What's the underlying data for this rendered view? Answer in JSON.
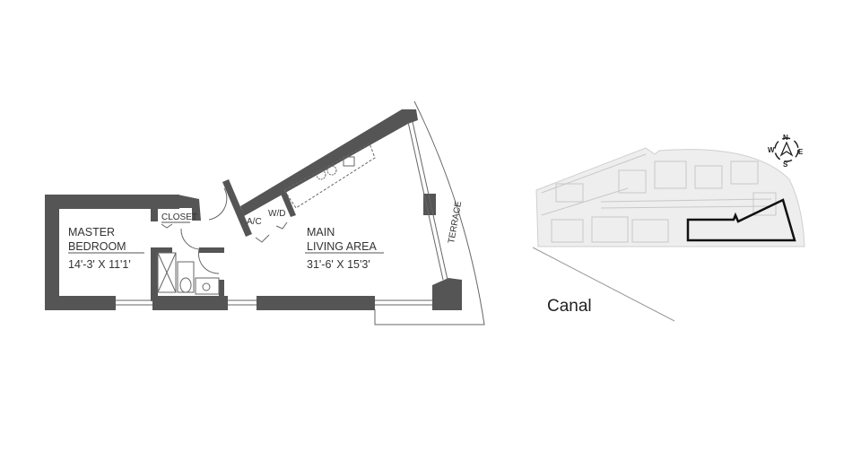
{
  "floorplan": {
    "rooms": [
      {
        "name": "MASTER",
        "name2": "BEDROOM",
        "size": "14'-3' X 11'1'"
      },
      {
        "name": "MAIN",
        "name2": "LIVING AREA",
        "size": "31'-6' X 15'3'"
      }
    ],
    "closet": "CLOSET",
    "ac": "A/C",
    "wd": "W/D",
    "terrace": "TERRACE"
  },
  "keyplan": {
    "canal": "Canal",
    "compass": {
      "n": "N",
      "s": "S",
      "e": "E",
      "w": "W"
    }
  }
}
